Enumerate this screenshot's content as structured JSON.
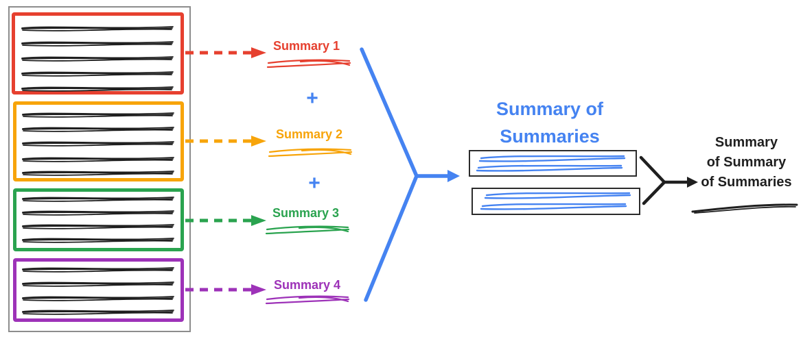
{
  "colors": {
    "red": "#e6402f",
    "orange": "#f7a40a",
    "green": "#2aa34f",
    "purple": "#9d32b8",
    "blue": "#4583f1",
    "ink": "#1f1f1f",
    "frame": "#8d8d8d"
  },
  "summary_labels": [
    "Summary 1",
    "Summary 2",
    "Summary 3",
    "Summary 4"
  ],
  "plus_sign": "+",
  "intermediate_title": "Summary of Summaries",
  "final_title": {
    "lines": [
      "Summary",
      "of Summary",
      "of Summaries"
    ]
  }
}
